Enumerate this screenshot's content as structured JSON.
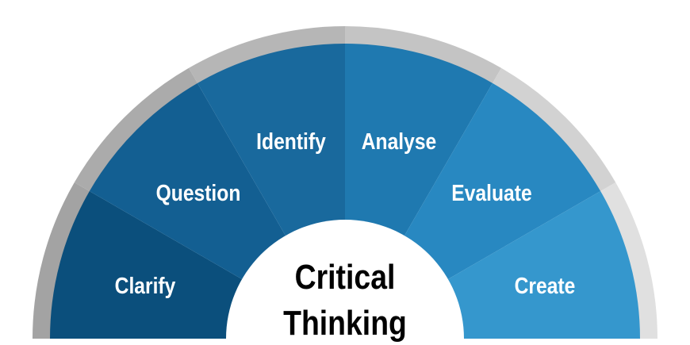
{
  "title_lines": [
    "Critical",
    "Thinking"
  ],
  "segments": [
    {
      "label": "Clarify",
      "color": "#0b4f7c",
      "ring": "#a3a3a3"
    },
    {
      "label": "Question",
      "color": "#135f92",
      "ring": "#ababab"
    },
    {
      "label": "Identify",
      "color": "#19699d",
      "ring": "#b6b6b6"
    },
    {
      "label": "Analyse",
      "color": "#1f79b0",
      "ring": "#c4c4c4"
    },
    {
      "label": "Evaluate",
      "color": "#2888c1",
      "ring": "#d2d2d2"
    },
    {
      "label": "Create",
      "color": "#3597cd",
      "ring": "#e0e0e0"
    }
  ]
}
